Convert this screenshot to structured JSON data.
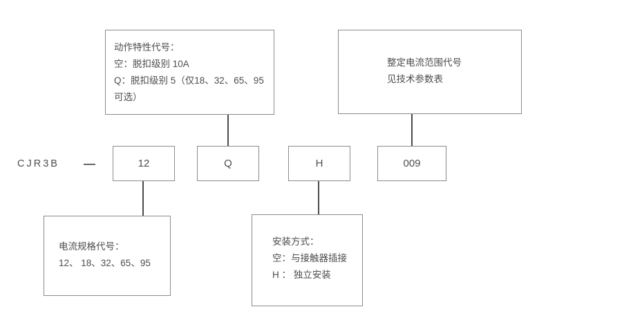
{
  "diagram": {
    "model_prefix": "CJR3B",
    "separator_dash": "—",
    "codes": {
      "current_spec": "12",
      "trip_class": "Q",
      "mounting": "H",
      "current_range": "009"
    },
    "callouts": {
      "top_left": {
        "lines": {
          "l1": "动作特性代号：",
          "l2": "空：脱扣级别 10A",
          "l3": "Q：脱扣级别 5（仅18、32、65、95",
          "l4": "可选）"
        }
      },
      "top_right": {
        "lines": {
          "l1": "整定电流范围代号",
          "l2": "见技术参数表"
        }
      },
      "bottom_left": {
        "lines": {
          "l1": "电流规格代号：",
          "l2": "12、 18、32、65、95"
        }
      },
      "bottom_middle": {
        "lines": {
          "l1": "安装方式：",
          "l2": "空：与接触器插接",
          "l3": "H ： 独立安装"
        }
      }
    },
    "colors": {
      "background": "#ffffff",
      "box_border": "#8a8a8a",
      "text": "#4d4d4d",
      "connector_line": "#4a4a4a"
    }
  }
}
